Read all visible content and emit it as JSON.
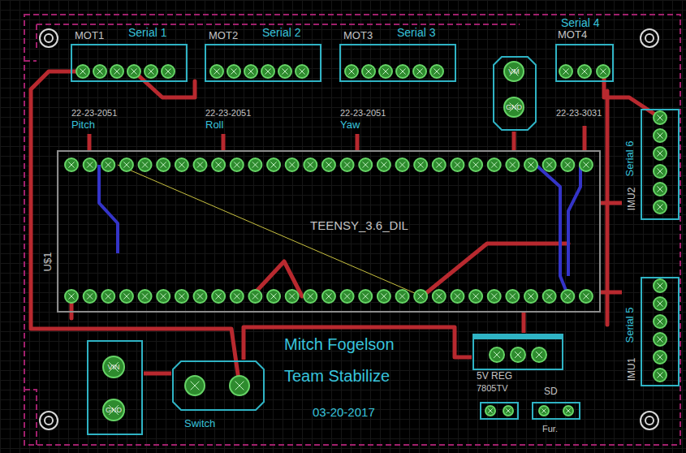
{
  "diagram": {
    "nodes": [
      {
        "text": [
          "MOT1",
          "Serial 1",
          "22-23-2051",
          "Pitch"
        ]
      },
      {
        "text": [
          "MOT2",
          "Serial 2",
          "22-23-2051",
          "Roll"
        ]
      },
      {
        "text": [
          "MOT3",
          "Serial 3",
          "22-23-2051",
          "Yaw"
        ]
      },
      {
        "text": [
          "VM",
          "GND"
        ]
      },
      {
        "text": [
          "Serial 4",
          "MOT4",
          "22-23-3031"
        ]
      },
      {
        "text": [
          "U$1",
          "TEENSY_3.6_DIL"
        ]
      },
      {
        "text": [
          "Serial 6",
          "IMU2"
        ]
      },
      {
        "text": [
          "Serial 5",
          "IMU1"
        ]
      },
      {
        "text": [
          "VIN",
          "GND"
        ]
      },
      {
        "text": [
          "Switch"
        ]
      },
      {
        "text": [
          "5V REG",
          "7805TV"
        ]
      },
      {
        "text": [
          "SD",
          "Fur."
        ]
      }
    ],
    "edges": [
      {
        "from": 0,
        "to": 5,
        "arrow": "none"
      },
      {
        "from": 1,
        "to": 5,
        "arrow": "none"
      },
      {
        "from": 2,
        "to": 5,
        "arrow": "none"
      },
      {
        "from": 3,
        "to": 5,
        "arrow": "none"
      },
      {
        "from": 4,
        "to": 5,
        "arrow": "none"
      },
      {
        "from": 6,
        "to": 5,
        "arrow": "none"
      },
      {
        "from": 7,
        "to": 5,
        "arrow": "none"
      },
      {
        "from": 8,
        "to": 9,
        "arrow": "none"
      },
      {
        "from": 9,
        "to": 10,
        "arrow": "none"
      },
      {
        "from": 10,
        "to": 5,
        "arrow": "none"
      }
    ],
    "labels": [
      "Mitch Fogelson",
      "Team Stabilize",
      "03-20-2017"
    ]
  }
}
